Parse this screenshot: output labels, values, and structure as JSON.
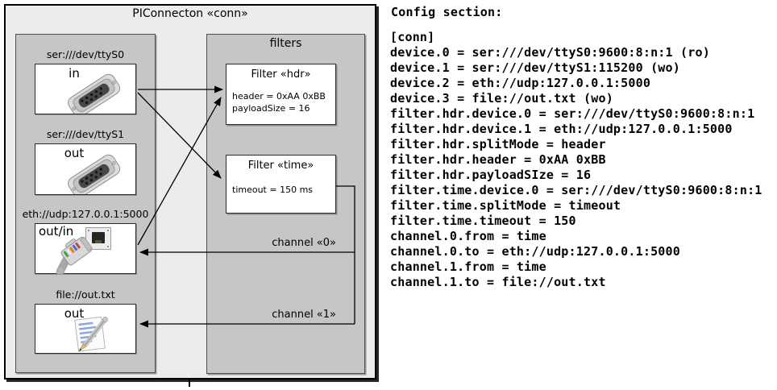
{
  "diagram": {
    "title": "PIConnecton «conn»",
    "filters_panel_title": "filters",
    "devices": [
      {
        "label": "ser:///dev/ttyS0",
        "direction": "in",
        "icon": "serial-connector"
      },
      {
        "label": "ser:///dev/ttyS1",
        "direction": "out",
        "icon": "serial-connector"
      },
      {
        "label": "eth://udp:127.0.0.1:5000",
        "direction": "out/in",
        "icon": "ethernet-connector"
      },
      {
        "label": "file://out.txt",
        "direction": "out",
        "icon": "notepad-pencil"
      }
    ],
    "filters": [
      {
        "title": "Filter «hdr»",
        "properties": [
          "header = 0xAA 0xBB",
          "payloadSize = 16"
        ]
      },
      {
        "title": "Filter «time»",
        "properties": [
          "timeout = 150 ms"
        ]
      }
    ],
    "channels": [
      {
        "label": "channel «0»"
      },
      {
        "label": "channel «1»"
      }
    ]
  },
  "config": {
    "heading": "Config section:",
    "section_lines": [
      "[conn]",
      "device.0 = ser:///dev/ttyS0:9600:8:n:1 (ro)",
      "device.1 = ser:///dev/ttyS1:115200 (wo)",
      "device.2 = eth://udp:127.0.0.1:5000",
      "device.3 = file://out.txt (wo)",
      "filter.hdr.device.0 = ser:///dev/ttyS0:9600:8:n:1",
      "filter.hdr.device.1 = eth://udp:127.0.0.1:5000",
      "filter.hdr.splitMode = header",
      "filter.hdr.header = 0xAA 0xBB",
      "filter.hdr.payloadSIze = 16",
      "filter.time.device.0 = ser:///dev/ttyS0:9600:8:n:1",
      "filter.time.splitMode = timeout",
      "filter.time.timeout = 150",
      "channel.0.from = time",
      "channel.0.to = eth://udp:127.0.0.1:5000",
      "channel.1.from = time",
      "channel.1.to = file://out.txt"
    ]
  },
  "colors": {
    "canvas_fill": "#ececec",
    "panel_fill": "#c6c6c6",
    "box_fill": "#ffffff",
    "line_color": "#000000",
    "text_color": "#000000"
  }
}
